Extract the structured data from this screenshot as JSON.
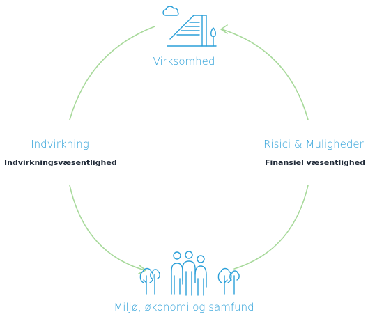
{
  "colors": {
    "accent": "#2a9fd8",
    "arc": "#a7d99a",
    "sub_text": "#1f2937"
  },
  "nodes": {
    "top": {
      "label": "Virksomhed",
      "icon": "office-building-icon"
    },
    "left": {
      "label": "Indvirkning",
      "sublabel": "Indvirkningsvæsentlighed"
    },
    "right": {
      "label": "Risici & Muligheder",
      "sublabel": "Finansiel væsentlighed"
    },
    "bottom": {
      "label": "Miljø, økonomi og samfund",
      "icon": "people-and-trees-icon"
    }
  }
}
